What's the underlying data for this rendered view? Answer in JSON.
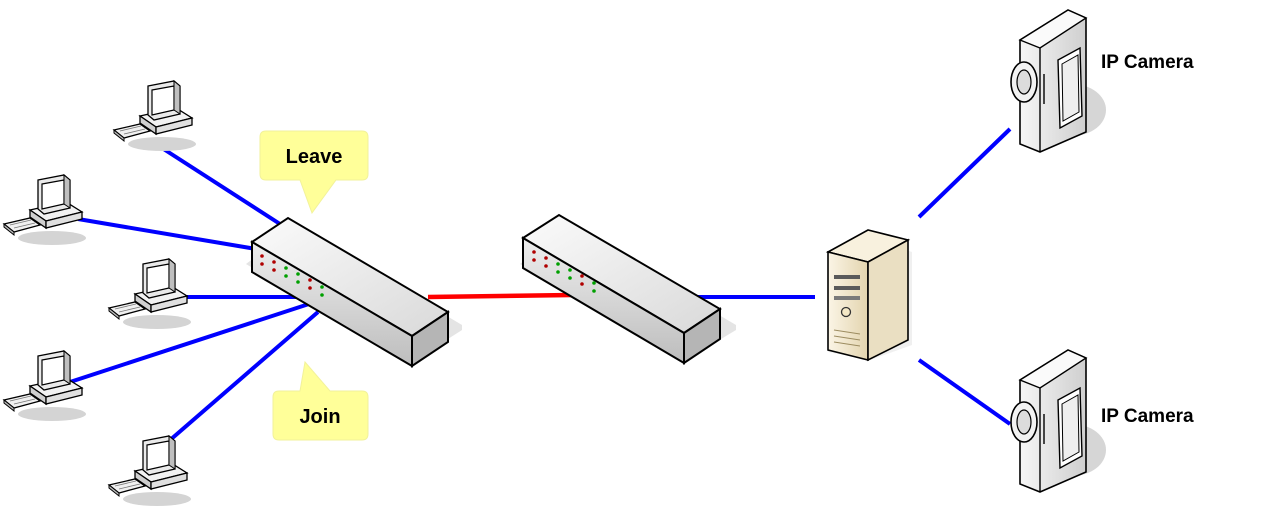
{
  "callouts": {
    "leave": "Leave",
    "join": "Join"
  },
  "cameras": {
    "top_label": "IP Camera",
    "bottom_label": "IP Camera"
  },
  "colors": {
    "client_link": "#0000ff",
    "trunk_link": "#ff0000",
    "callout_fill": "#ffff99",
    "device_gray": "#e6e6e6",
    "server_beige": "#f3e9cf"
  },
  "icons": [
    "workstation-icon",
    "switch-icon",
    "server-icon",
    "ip-camera-icon"
  ]
}
